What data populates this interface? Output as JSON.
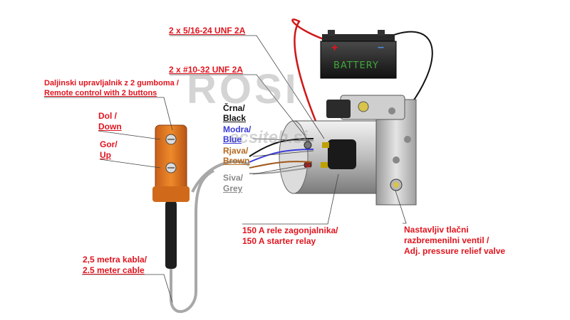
{
  "labels": {
    "bolts_516": "2 x 5/16-24 UNF 2A",
    "bolts_1032": "2 x #10-32 UNF 2A",
    "remote_1": "Daljinski upravljalnik z 2 gumboma /",
    "remote_2": "Remote control with 2 buttons",
    "down_1": "Dol /",
    "down_2": "Down",
    "up_1": "Gor/",
    "up_2": "Up",
    "cable_1": "2,5 metra kabla/",
    "cable_2": "2.5 meter cable",
    "relay_1": "150 A rele zagonjalnika/",
    "relay_2": "150 A starter relay",
    "valve_1": "Nastavljiv tlačni",
    "valve_2": "razbremenilni ventil /",
    "valve_3": "Adj. pressure relief valve"
  },
  "wires": {
    "black_1": "Črna/",
    "black_2": "Black",
    "blue_1": "Modra/",
    "blue_2": "Blue",
    "brown_1": "Rjava/",
    "brown_2": "Brown",
    "grey_1": "Siva/",
    "grey_2": "Grey"
  },
  "battery": {
    "text": "BATTERY",
    "plus": "+",
    "minus": "–"
  },
  "watermark": {
    "logo": "ROSI",
    "url": "ecsiteh.si"
  },
  "colors": {
    "label_red": "#e0141e",
    "remote_orange": "#e07a1c",
    "battery_green": "#3fa83a",
    "wire_red": "#d01818",
    "wire_black": "#111111"
  }
}
